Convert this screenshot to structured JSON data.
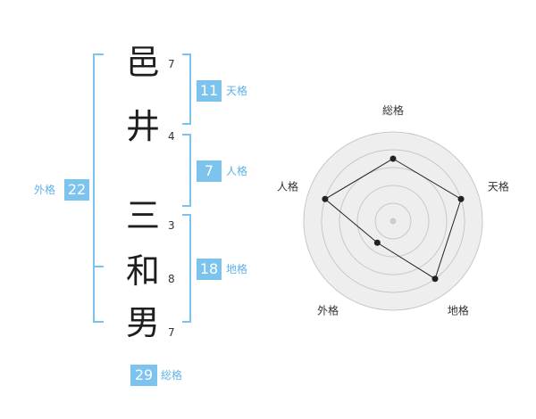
{
  "name_chars": [
    {
      "char": "邑",
      "strokes": "7"
    },
    {
      "char": "井",
      "strokes": "4"
    },
    {
      "char": "三",
      "strokes": "3"
    },
    {
      "char": "和",
      "strokes": "8"
    },
    {
      "char": "男",
      "strokes": "7"
    }
  ],
  "fortunes": {
    "tenkaku": {
      "value": "11",
      "label": "天格"
    },
    "jinkaku": {
      "value": "7",
      "label": "人格"
    },
    "chikaku": {
      "value": "18",
      "label": "地格"
    },
    "gaikaku": {
      "value": "22",
      "label": "外格"
    },
    "soukaku": {
      "value": "29",
      "label": "総格"
    }
  },
  "chart_data": {
    "type": "radar",
    "axes": [
      "総格",
      "天格",
      "地格",
      "外格",
      "人格"
    ],
    "values": [
      0.7,
      0.8,
      0.8,
      0.3,
      0.8
    ],
    "max": 1,
    "rings": 5,
    "colors": {
      "grid": "#c8c8c8",
      "fill": "#eeeeee",
      "line": "#222222",
      "point": "#222222",
      "center": "#cccccc"
    }
  },
  "accent_color": "#7cc3ee"
}
